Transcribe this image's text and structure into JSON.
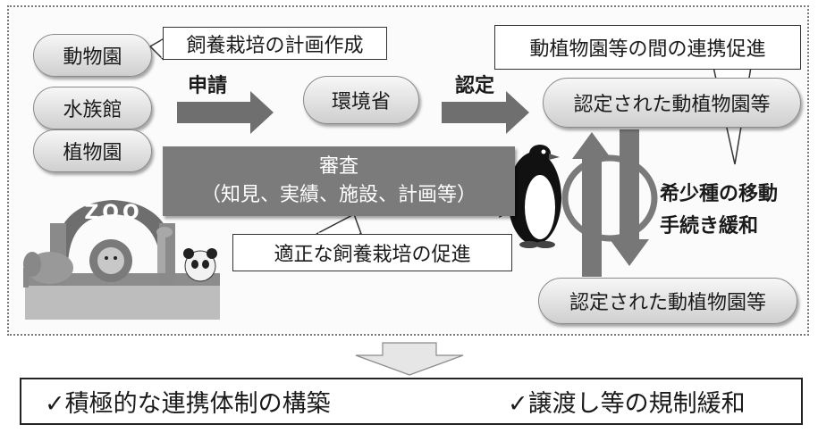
{
  "nodes": {
    "zoo": "動物園",
    "aquarium": "水族館",
    "botanical": "植物園",
    "ministry": "環境省",
    "certified_top": "認定された動植物園等",
    "certified_bottom": "認定された動植物園等"
  },
  "labels": {
    "apply": "申請",
    "certify": "認定"
  },
  "callouts": {
    "plan": "飼養栽培の計画作成",
    "cooperation": "動植物園等の間の連携促進",
    "proper_breeding": "適正な飼養栽培の促進"
  },
  "review": {
    "title": "審査",
    "criteria": "（知見、実績、施設、計画等）"
  },
  "mitigation": {
    "line1": "希少種の移動",
    "line2": "手続き緩和"
  },
  "zoo_sign": "ZOO",
  "results": {
    "left": "✓積極的な連携体制の構築",
    "right": "✓譲渡し等の規制緩和"
  },
  "colors": {
    "arrow_fill": "#6f6f6f",
    "review_fill": "#7b7b7b",
    "down_arrow_fill": "#e6e6e6"
  }
}
